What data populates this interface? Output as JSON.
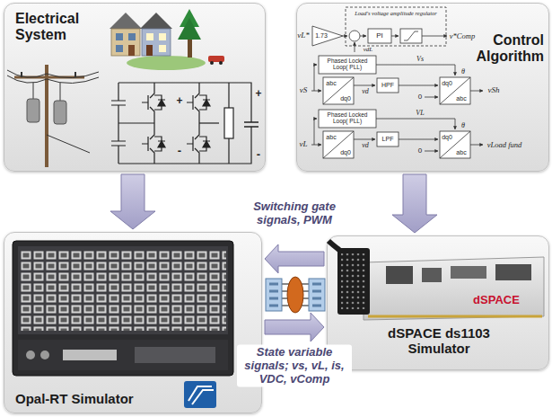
{
  "diagram": {
    "nodes": [
      {
        "text": [
          "Electrical System"
        ]
      },
      {
        "text": [
          "Control Algorithm"
        ]
      },
      {
        "text": [
          "Opal-RT Simulator"
        ]
      },
      {
        "text": [
          "dSPACE ds1103 Simulator"
        ]
      }
    ],
    "edges": [
      {
        "from": 0,
        "to": 2,
        "arrow": "to"
      },
      {
        "from": 1,
        "to": 3,
        "arrow": "to"
      },
      {
        "from": 3,
        "to": 2,
        "label": "Switching gate signals, PWM",
        "arrow": "to"
      },
      {
        "from": 2,
        "to": 3,
        "label": "State variable signals; vs, vL, is, VDC, vComp",
        "arrow": "to"
      }
    ],
    "labels": [
      "+",
      "-",
      "+",
      "-",
      "vL*",
      "1.73",
      "Load's voltage amplitude regulator",
      "PI",
      "vdL",
      "v*Comp",
      "Phased Locked Loop( PLL)",
      "Vs",
      "vS",
      "abc",
      "dq0",
      "vd",
      "HPF",
      "0",
      "θ",
      "dq0",
      "abc",
      "vSh",
      "Phased Locked Loop( PLL)",
      "VL",
      "vL",
      "abc",
      "dq0",
      "vd",
      "LPF",
      "0",
      "θ",
      "dq0",
      "abc",
      "vLoad fund",
      "dSPACE"
    ]
  }
}
